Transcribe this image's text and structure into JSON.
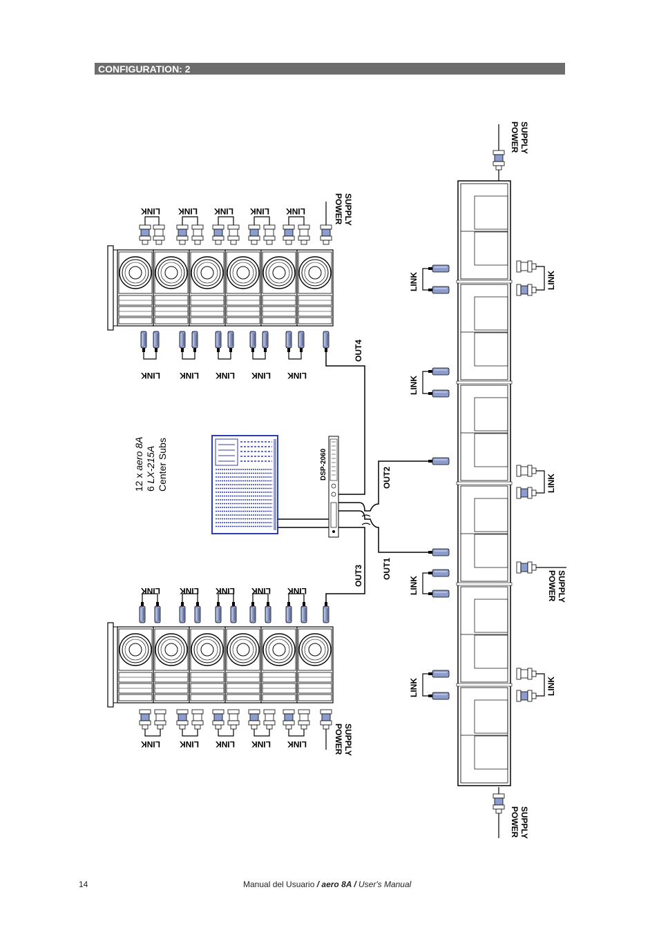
{
  "header": {
    "title": "CONFIGURATION: 2"
  },
  "labels": {
    "link": "LINK",
    "power": "POWER",
    "supply": "SUPPLY",
    "out1": "OUT1",
    "out2": "OUT2",
    "out3": "OUT3",
    "out4": "OUT4",
    "dsp": "DSP-2060"
  },
  "legend": {
    "line1_prefix": "12 x ",
    "line1_model": "aero 8A",
    "line2_prefix": "6 ",
    "line2_model": "LX-215A",
    "line3": "Center Subs"
  },
  "footer": {
    "page_number": "14",
    "text_es": "Manual  del  Usuario ",
    "sep1": "/ ",
    "model": "aero 8A",
    "sep2": " / ",
    "text_en": "User's  Manual"
  },
  "colors": {
    "header_bar": "#6d6d6d",
    "connector_blue": "#8c9ccc",
    "mixer_blue": "#2b3bb0"
  }
}
